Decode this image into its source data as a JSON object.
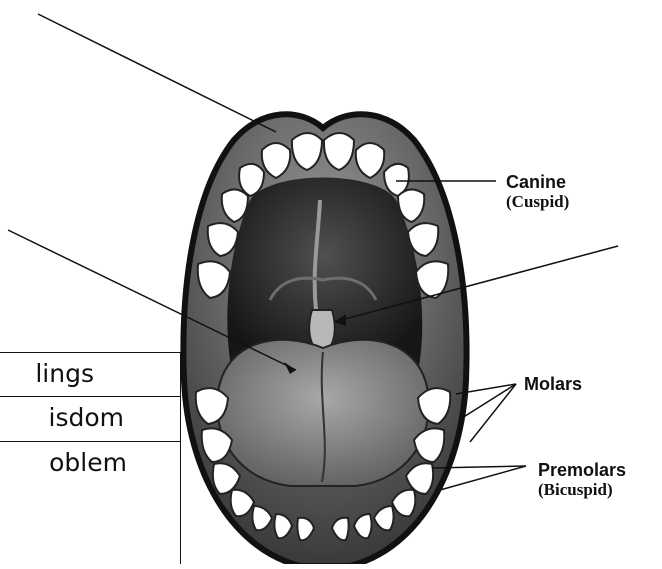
{
  "labels": {
    "canine": "Canine",
    "canine_sub": "(Cuspid)",
    "molars": "Molars",
    "premolars": "Premolars",
    "premolars_sub": "(Bicuspid)"
  },
  "boxes": [
    "lings",
    "isdom",
    "oblem"
  ]
}
